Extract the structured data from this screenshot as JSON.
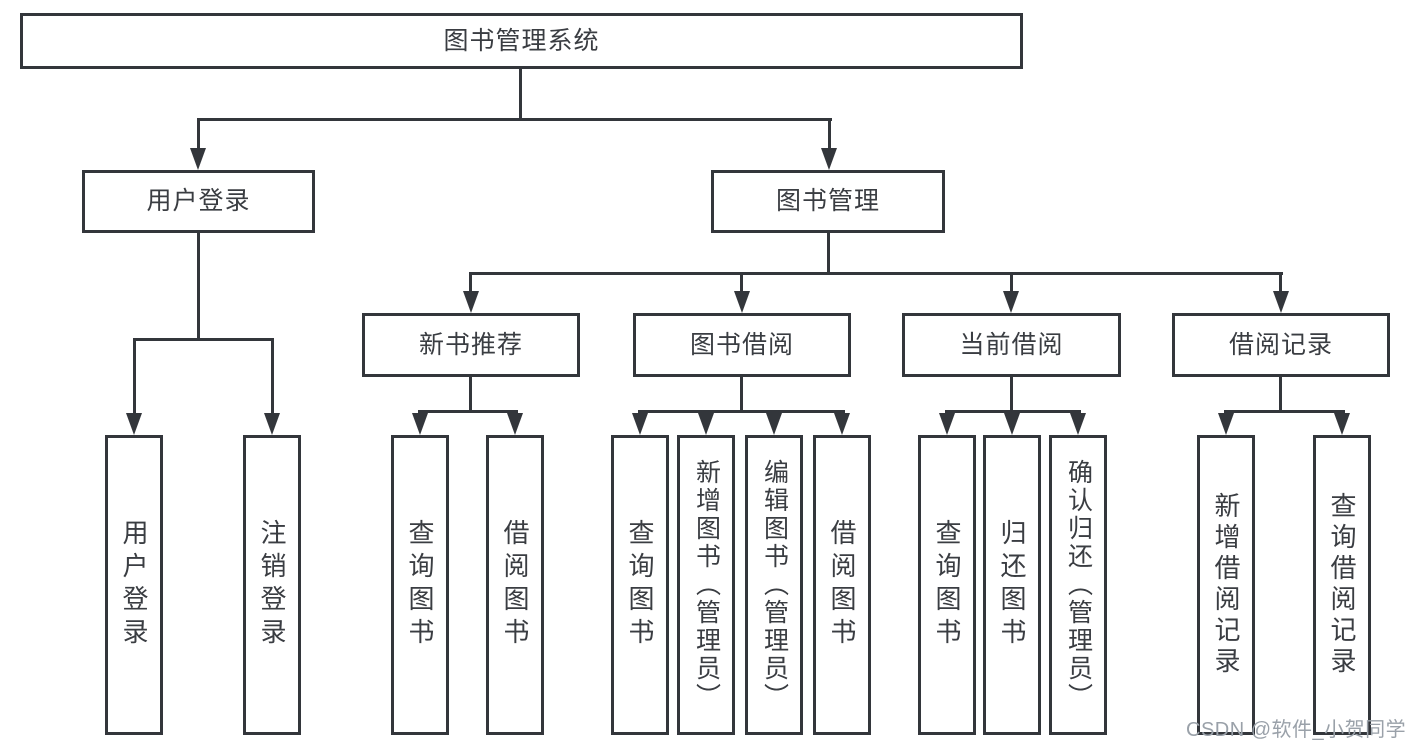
{
  "diagram_type": "hierarchy-tree",
  "tree": {
    "root": {
      "label": "图书管理系统",
      "children": [
        {
          "label": "用户登录",
          "children": [
            {
              "label": "用户登录"
            },
            {
              "label": "注销登录"
            }
          ]
        },
        {
          "label": "图书管理",
          "children": [
            {
              "label": "新书推荐",
              "children": [
                {
                  "label": "查询图书"
                },
                {
                  "label": "借阅图书"
                }
              ]
            },
            {
              "label": "图书借阅",
              "children": [
                {
                  "label": "查询图书"
                },
                {
                  "label": "新增图书（管理员）"
                },
                {
                  "label": "编辑图书（管理员）"
                },
                {
                  "label": "借阅图书"
                }
              ]
            },
            {
              "label": "当前借阅",
              "children": [
                {
                  "label": "查询图书"
                },
                {
                  "label": "归还图书"
                },
                {
                  "label": "确认归还（管理员）"
                }
              ]
            },
            {
              "label": "借阅记录",
              "children": [
                {
                  "label": "新增借阅记录"
                },
                {
                  "label": "查询借阅记录"
                }
              ]
            }
          ]
        }
      ]
    }
  },
  "watermark": {
    "text": "CSDN @软件_小贺同学"
  },
  "colors": {
    "line": "#33363b",
    "text": "#3a3d42",
    "watermark": "#9aa1a9",
    "background": "#ffffff"
  }
}
